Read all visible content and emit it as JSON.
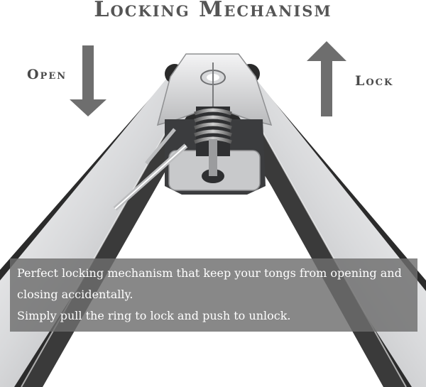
{
  "title": "Locking Mechanism",
  "labels": {
    "open": "Open",
    "lock": "Lock"
  },
  "caption": {
    "line1": "Perfect locking mechanism that keep your tongs from opening and",
    "line2": "closing accidentally.",
    "line3": "Simply pull the ring to lock and push to unlock."
  },
  "colors": {
    "arrow": "#6e6e6e",
    "metal_light": "#e9eaec",
    "metal_dark": "#2a2a2a",
    "caption_bg": "#6e6e6e"
  }
}
